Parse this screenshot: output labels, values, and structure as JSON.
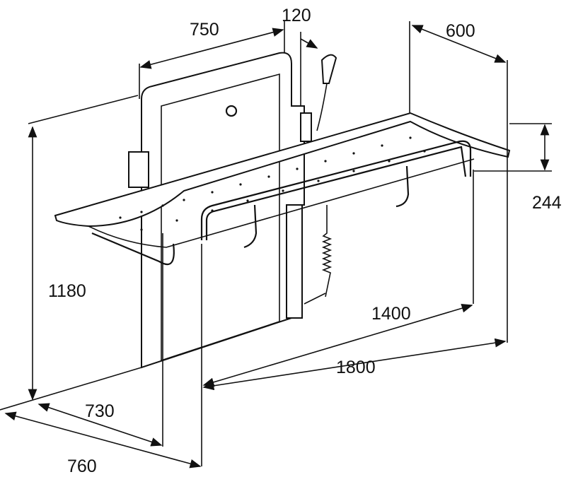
{
  "diagram": {
    "title": "Height-adjustable changing table dimension drawing",
    "dimensions": {
      "backrest_width": "750",
      "hand_control_offset": "120",
      "table_depth": "600",
      "rail_height": "244",
      "total_height": "1180",
      "rail_length": "1400",
      "table_length": "1800",
      "wall_depth_inner": "730",
      "wall_depth_outer": "760"
    }
  }
}
